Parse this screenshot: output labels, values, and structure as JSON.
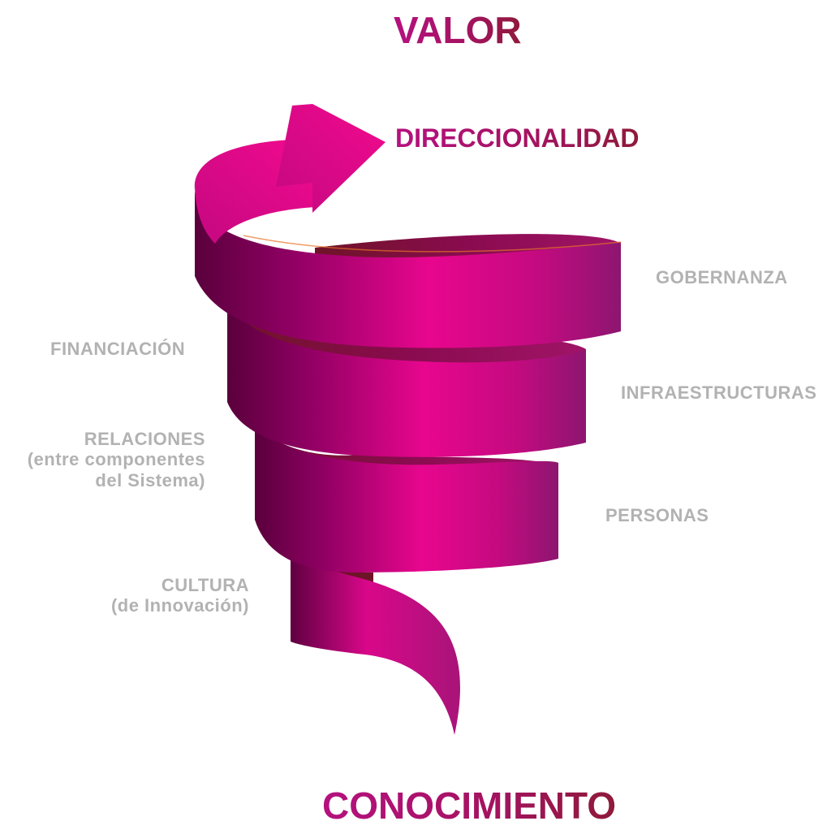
{
  "top_title": "VALOR",
  "bottom_title": "CONOCIMIENTO",
  "arrow_label": "DIRECCIONALIDAD",
  "right_labels": {
    "gobernanza": "GOBERNANZA",
    "infraestructuras": "INFRAESTRUCTURAS",
    "personas": "PERSONAS"
  },
  "left_labels": {
    "financiacion": "FINANCIACIÓN",
    "relaciones": [
      "RELACIONES",
      "(entre componentes",
      "del Sistema)"
    ],
    "cultura": [
      "CULTURA",
      "(de Innovación)"
    ]
  },
  "colors": {
    "ribbon_front_bright": "#e8068e",
    "ribbon_dark": "#5e0040",
    "ribbon_back": "#8a0b4f",
    "arrow": "#ea0a8c",
    "label_gray": "#b2b2b2",
    "title": "#a8126a"
  }
}
